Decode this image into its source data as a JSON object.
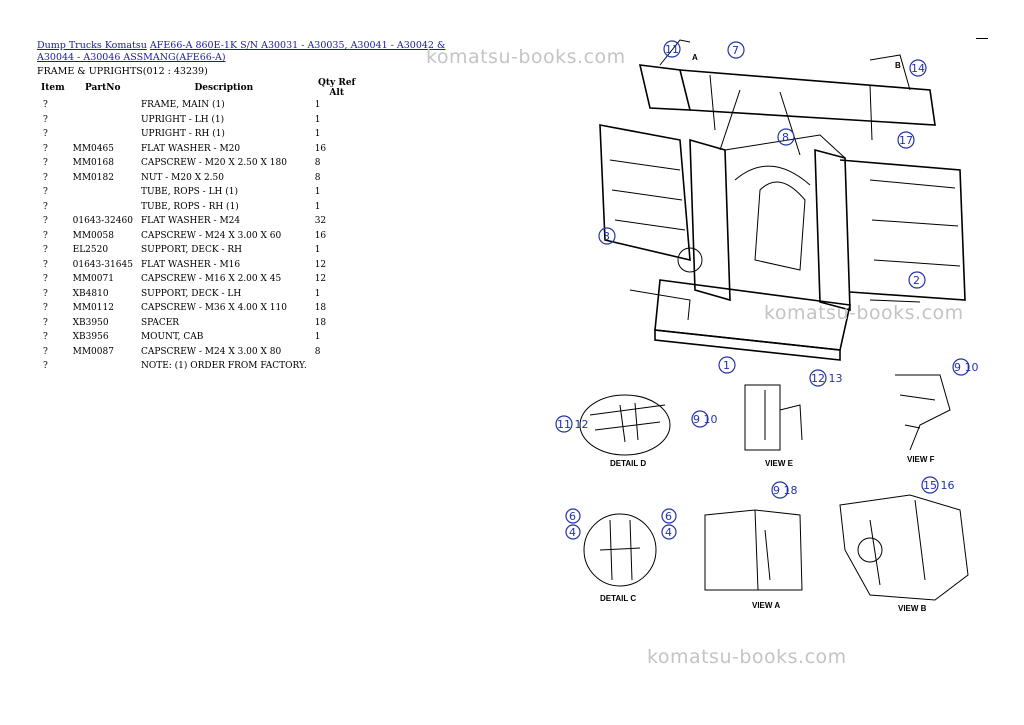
{
  "breadcrumb": {
    "link1": "Dump Trucks Komatsu",
    "link2": "AFE66-A 860E-1K S/N A30031 - A30035, A30041 - A30042 & A30044 - A30046 ASSMANG(AFE66-A)"
  },
  "subtitle": "FRAME & UPRIGHTS(012 : 43239)",
  "table": {
    "headers": [
      "Item",
      "PartNo",
      "Description",
      "Qty Ref Alt"
    ],
    "rows": [
      {
        "item": "?",
        "part": "",
        "desc": "FRAME, MAIN (1)",
        "qty": "1"
      },
      {
        "item": "?",
        "part": "",
        "desc": "UPRIGHT - LH (1)",
        "qty": "1"
      },
      {
        "item": "?",
        "part": "",
        "desc": "UPRIGHT - RH (1)",
        "qty": "1"
      },
      {
        "item": "?",
        "part": "MM0465",
        "desc": "FLAT WASHER - M20",
        "qty": "16"
      },
      {
        "item": "?",
        "part": "MM0168",
        "desc": "CAPSCREW - M20 X 2.50 X 180",
        "qty": "8"
      },
      {
        "item": "?",
        "part": "MM0182",
        "desc": "NUT - M20 X 2.50",
        "qty": "8"
      },
      {
        "item": "?",
        "part": "",
        "desc": "TUBE, ROPS - LH (1)",
        "qty": "1"
      },
      {
        "item": "?",
        "part": "",
        "desc": "TUBE, ROPS - RH (1)",
        "qty": "1"
      },
      {
        "item": "?",
        "part": "01643-32460",
        "desc": "FLAT WASHER - M24",
        "qty": "32"
      },
      {
        "item": "?",
        "part": "MM0058",
        "desc": "CAPSCREW - M24 X 3.00 X 60",
        "qty": "16"
      },
      {
        "item": "?",
        "part": "EL2520",
        "desc": "SUPPORT, DECK - RH",
        "qty": "1"
      },
      {
        "item": "?",
        "part": "01643-31645",
        "desc": "FLAT WASHER - M16",
        "qty": "12"
      },
      {
        "item": "?",
        "part": "MM0071",
        "desc": "CAPSCREW - M16 X 2.00 X 45",
        "qty": "12"
      },
      {
        "item": "?",
        "part": "XB4810",
        "desc": "SUPPORT, DECK - LH",
        "qty": "1"
      },
      {
        "item": "?",
        "part": "MM0112",
        "desc": "CAPSCREW - M36 X 4.00 X 110",
        "qty": "18"
      },
      {
        "item": "?",
        "part": "XB3950",
        "desc": "SPACER",
        "qty": "18"
      },
      {
        "item": "?",
        "part": "XB3956",
        "desc": "MOUNT, CAB",
        "qty": "1"
      },
      {
        "item": "?",
        "part": "MM0087",
        "desc": "CAPSCREW - M24 X 3.00 X 80",
        "qty": "8"
      },
      {
        "item": "?",
        "part": "",
        "desc": "NOTE: (1) ORDER FROM FACTORY.",
        "qty": ""
      }
    ]
  },
  "watermark": "komatsu-books.com",
  "diagram": {
    "view_labels": {
      "detail_d": "DETAIL D",
      "view_e": "VIEW E",
      "view_f": "VIEW F",
      "detail_c": "DETAIL C",
      "view_a": "VIEW A",
      "view_b": "VIEW B"
    },
    "letters": {
      "a": "A",
      "b": "B"
    },
    "callouts": {
      "c11": "11",
      "c7": "7",
      "c14": "14",
      "c8": "8",
      "c17": "17",
      "c3": "3",
      "c2": "2",
      "c1": "1",
      "c1213_e": "12 13",
      "c910_f": "9 10",
      "c1112_d": "11 12",
      "c910_d": "9 10",
      "c6l": "6",
      "c4l": "4",
      "c6r": "6",
      "c4r": "4",
      "c918": "9 18",
      "c1516": "15 16"
    }
  }
}
